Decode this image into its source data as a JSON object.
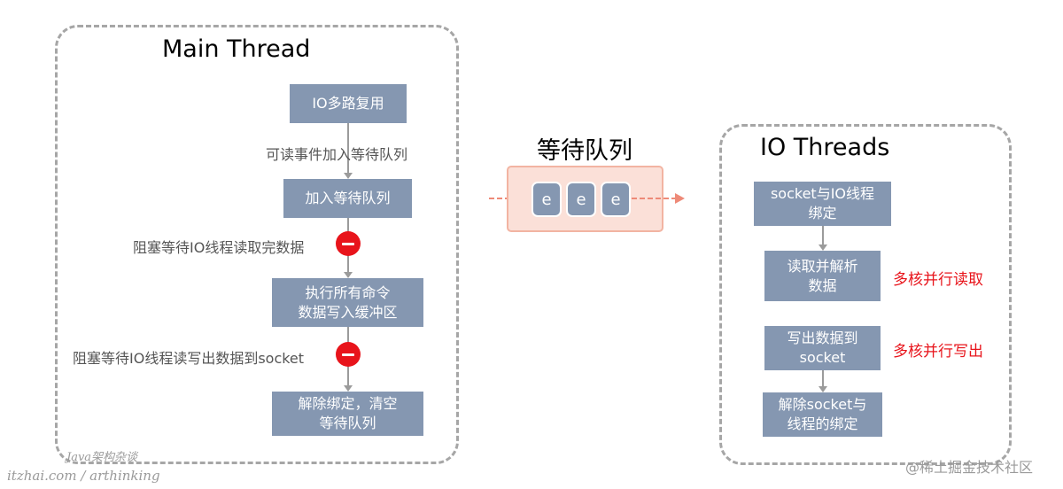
{
  "main_thread": {
    "title": "Main Thread",
    "steps": [
      "IO多路复用",
      "加入等待队列",
      "执行所有命令\n数据写入缓冲区",
      "解除绑定，清空\n等待队列"
    ],
    "edge_labels": [
      "可读事件加入等待队列",
      "阻塞等待IO线程读取完数据",
      "阻塞等待IO线程读写出数据到socket"
    ]
  },
  "queue": {
    "title": "等待队列",
    "items": [
      "e",
      "e",
      "e"
    ]
  },
  "io_threads": {
    "title": "IO Threads",
    "steps": [
      "socket与IO线程\n绑定",
      "读取并解析\n数据",
      "写出数据到\nsocket",
      "解除socket与\n线程的绑定"
    ],
    "notes": [
      "多核并行读取",
      "多核并行写出"
    ]
  },
  "watermark": {
    "line1": "Java架构杂谈",
    "line2": "itzhai.com / arthinking",
    "brand": "@稀土掘金技术社区"
  },
  "colors": {
    "step_box": "#8597b1",
    "queue_bg": "#fbe0d8",
    "block_icon": "#e8141b",
    "note_text": "#e8141b",
    "dashed_border": "#a6a6a6"
  },
  "icons": [
    "block-icon",
    "arrow-icon"
  ]
}
